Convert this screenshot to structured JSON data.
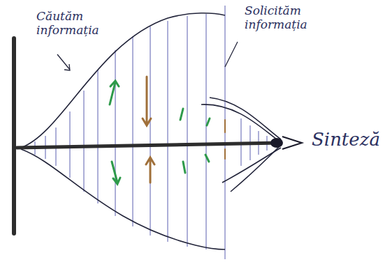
{
  "diagram": {
    "labels": [
      "Căutăm informația",
      "Solicităm informația",
      "Sinteză"
    ]
  }
}
